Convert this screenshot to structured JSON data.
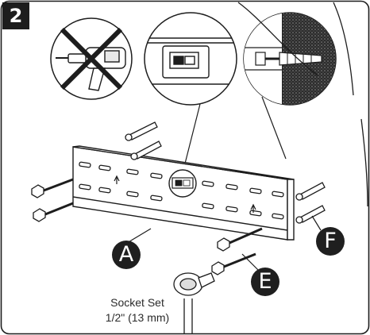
{
  "step": {
    "number": "2"
  },
  "callouts": {
    "wall_plate": "A",
    "lag_bolts": "E",
    "anchors": "F"
  },
  "tool": {
    "line1": "Socket Set",
    "line2": "1/2\" (13 mm)"
  },
  "colors": {
    "ink": "#1d1d1d",
    "background": "#ffffff",
    "wall_texture": "#3a3a3a"
  },
  "icons": [
    "no-drill-icon",
    "wall-anchor-icon",
    "lag-bolt-icon",
    "socket-wrench-icon",
    "level-bubble-icon"
  ]
}
